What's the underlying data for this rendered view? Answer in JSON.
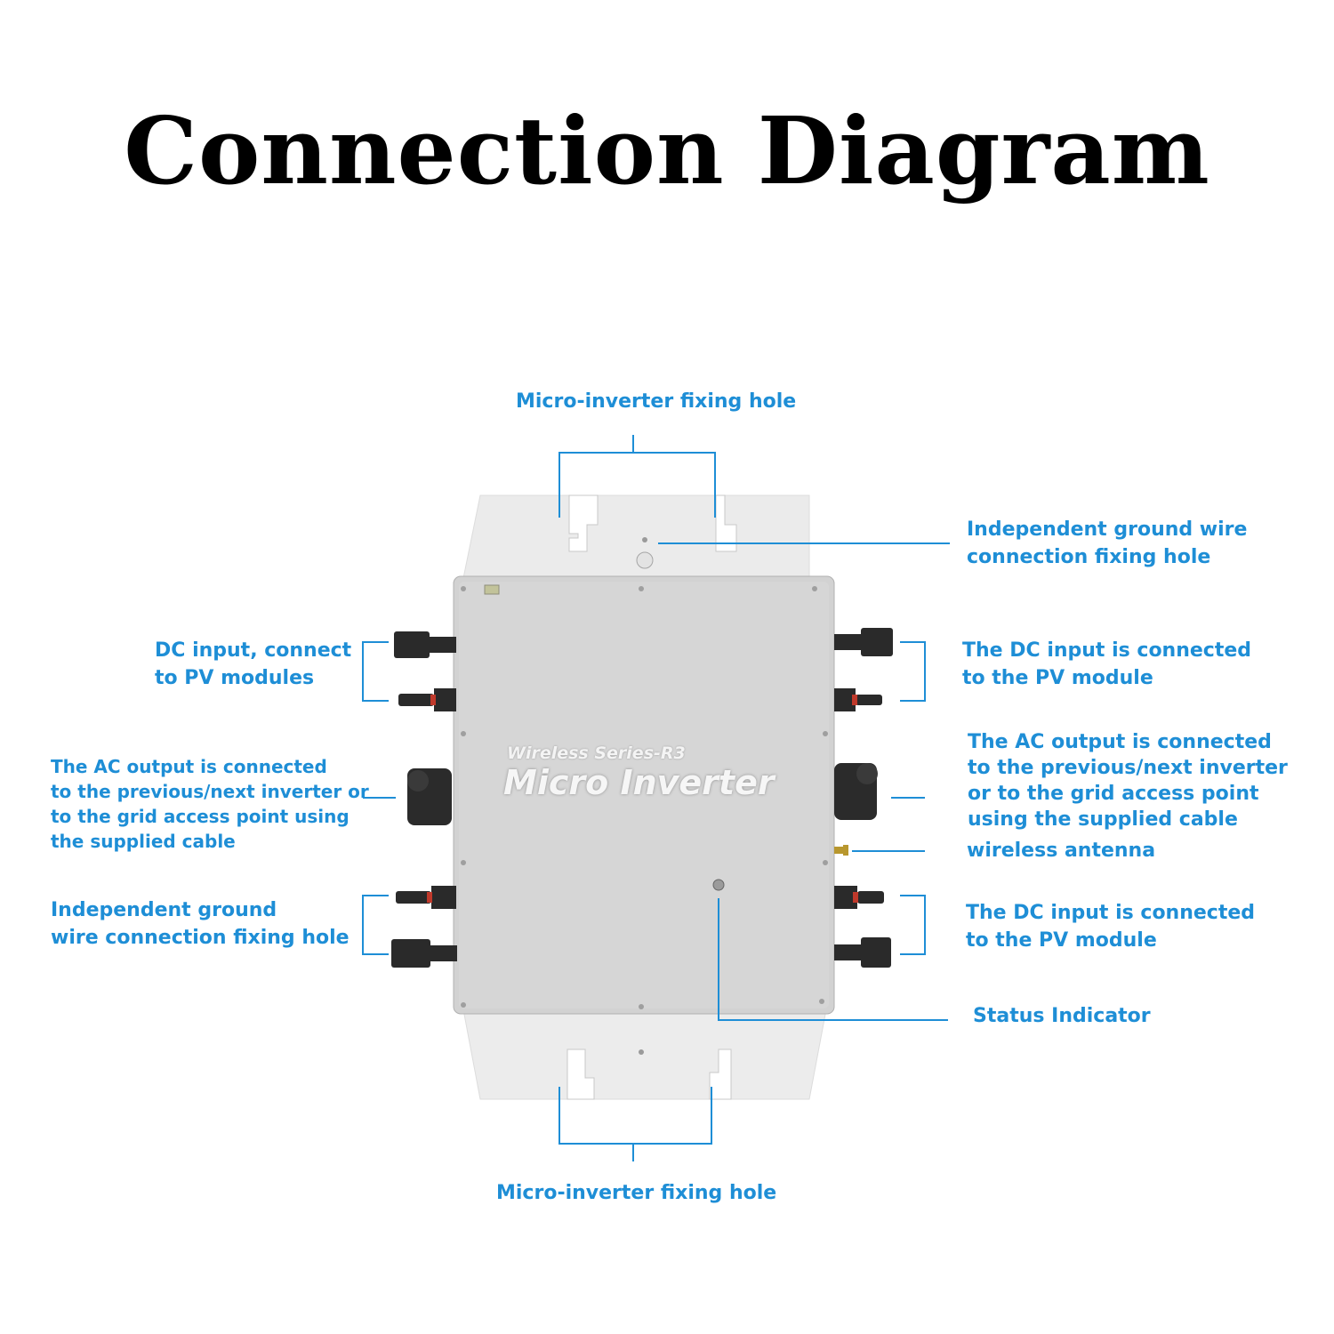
{
  "title": "Connection Diagram",
  "accent_color": "#1e8ed6",
  "device": {
    "series": "Wireless Series-R3",
    "name": "Micro Inverter",
    "body_color": "#d4d4d4",
    "bracket_color": "#ebebeb"
  },
  "labels": {
    "top_fixing_hole": "Micro-inverter fixing hole",
    "bottom_fixing_hole": "Micro-inverter fixing hole",
    "ground_right": [
      "Independent ground wire",
      "connection fixing hole"
    ],
    "dc_left": [
      "DC input, connect",
      "to PV modules"
    ],
    "ac_left": [
      "The AC output is connected",
      "to the previous/next inverter or",
      "to the grid access point using",
      "the supplied cable"
    ],
    "ground_left": [
      "Independent ground",
      "wire connection fixing hole"
    ],
    "dc_right_top": [
      "The DC input is connected",
      "to the PV module"
    ],
    "ac_right": [
      "The AC output is connected",
      "to the previous/next inverter",
      "or to the grid access point",
      "using the supplied cable"
    ],
    "antenna": "wireless antenna",
    "dc_right_bottom": [
      "The DC input is connected",
      "to the PV module"
    ],
    "status": "Status Indicator"
  }
}
